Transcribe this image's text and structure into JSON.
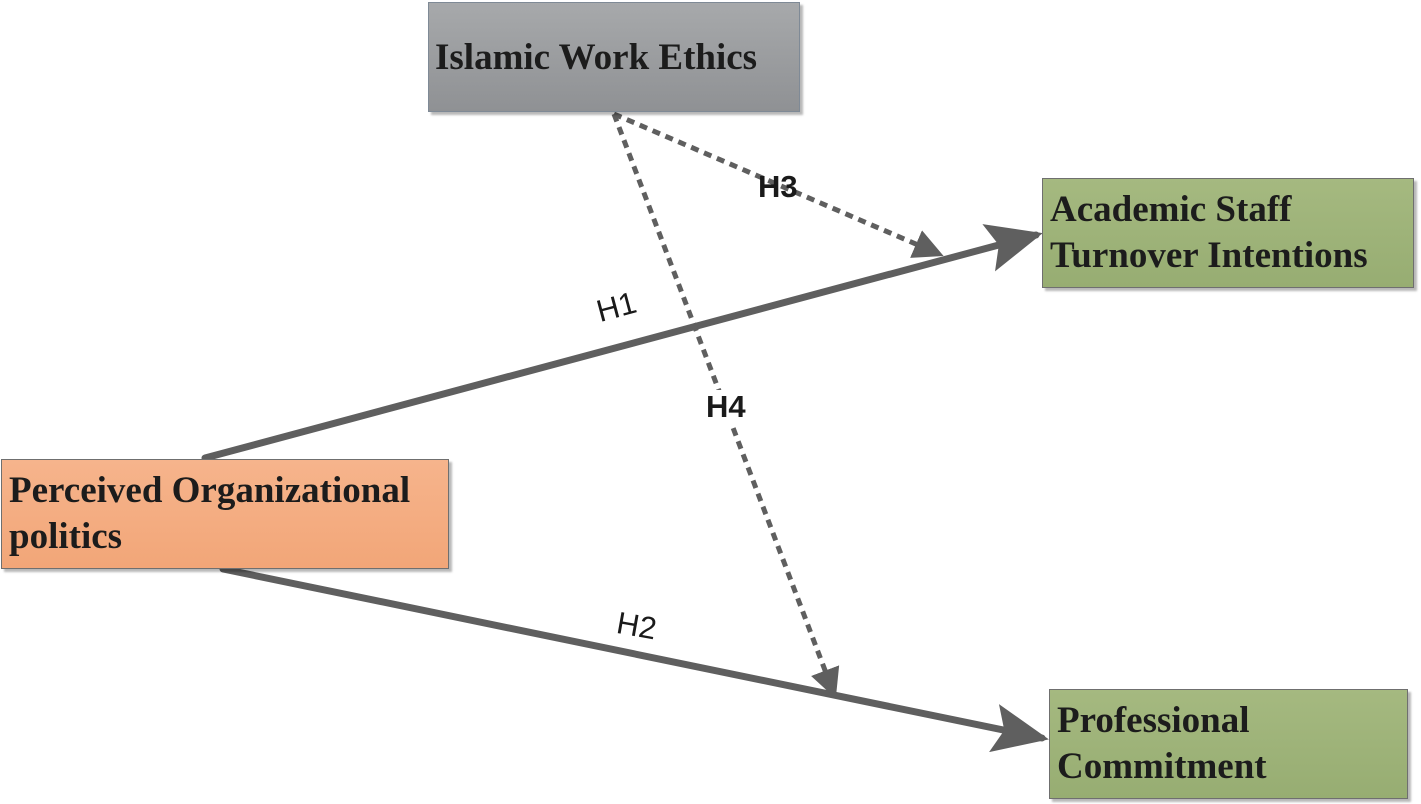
{
  "nodes": {
    "iwe": {
      "line1": "Islamic Work Ethics"
    },
    "astit": {
      "line1": "Academic Staff",
      "line2": "Turnover Intentions"
    },
    "pop": {
      "line1": "Perceived Organizational",
      "line2": "politics"
    },
    "pc": {
      "line1": "Professional",
      "line2": "Commitment"
    }
  },
  "paths": [
    {
      "label": "H1",
      "from": "Perceived Organizational politics",
      "to": "Academic Staff Turnover Intentions",
      "style": "solid"
    },
    {
      "label": "H2",
      "from": "Perceived Organizational politics",
      "to": "Professional Commitment",
      "style": "solid"
    },
    {
      "label": "H3",
      "from": "Islamic Work Ethics",
      "to": "H1",
      "style": "dashed"
    },
    {
      "label": "H4",
      "from": "Islamic Work Ethics",
      "to": "H2",
      "style": "dashed"
    }
  ],
  "colors": {
    "iwe_fill": "#9d9fa2",
    "outcome_fill": "#9eb379",
    "predictor_fill": "#f4ad82",
    "arrow": "#5f5f5f"
  }
}
